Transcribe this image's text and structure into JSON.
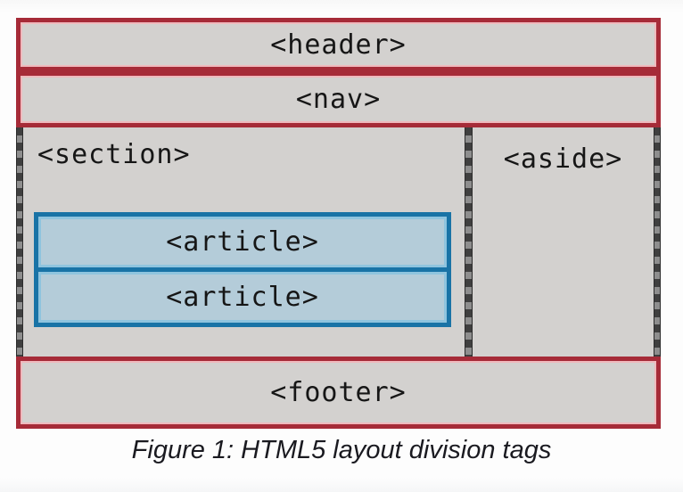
{
  "diagram": {
    "boxes": {
      "header_label": "<header>",
      "nav_label": "<nav>",
      "section_label": "<section>",
      "article1_label": "<article>",
      "article2_label": "<article>",
      "aside_label": "<aside>",
      "footer_label": "<footer>"
    },
    "caption": "Figure 1: HTML5 layout division tags",
    "colors": {
      "box_border_red": "#a62b38",
      "box_border_red_inner": "#efb9bd",
      "box_fill_gray": "#d3d1cf",
      "article_border_blue": "#1973a6",
      "article_border_blue_inner": "#8fc4de",
      "article_fill_blue": "#b4ccd9",
      "divider_dash_dark": "#3f3f3f",
      "divider_dash_light": "#8e8e8e",
      "text": "#161616",
      "background": "#fbfbfb"
    }
  }
}
